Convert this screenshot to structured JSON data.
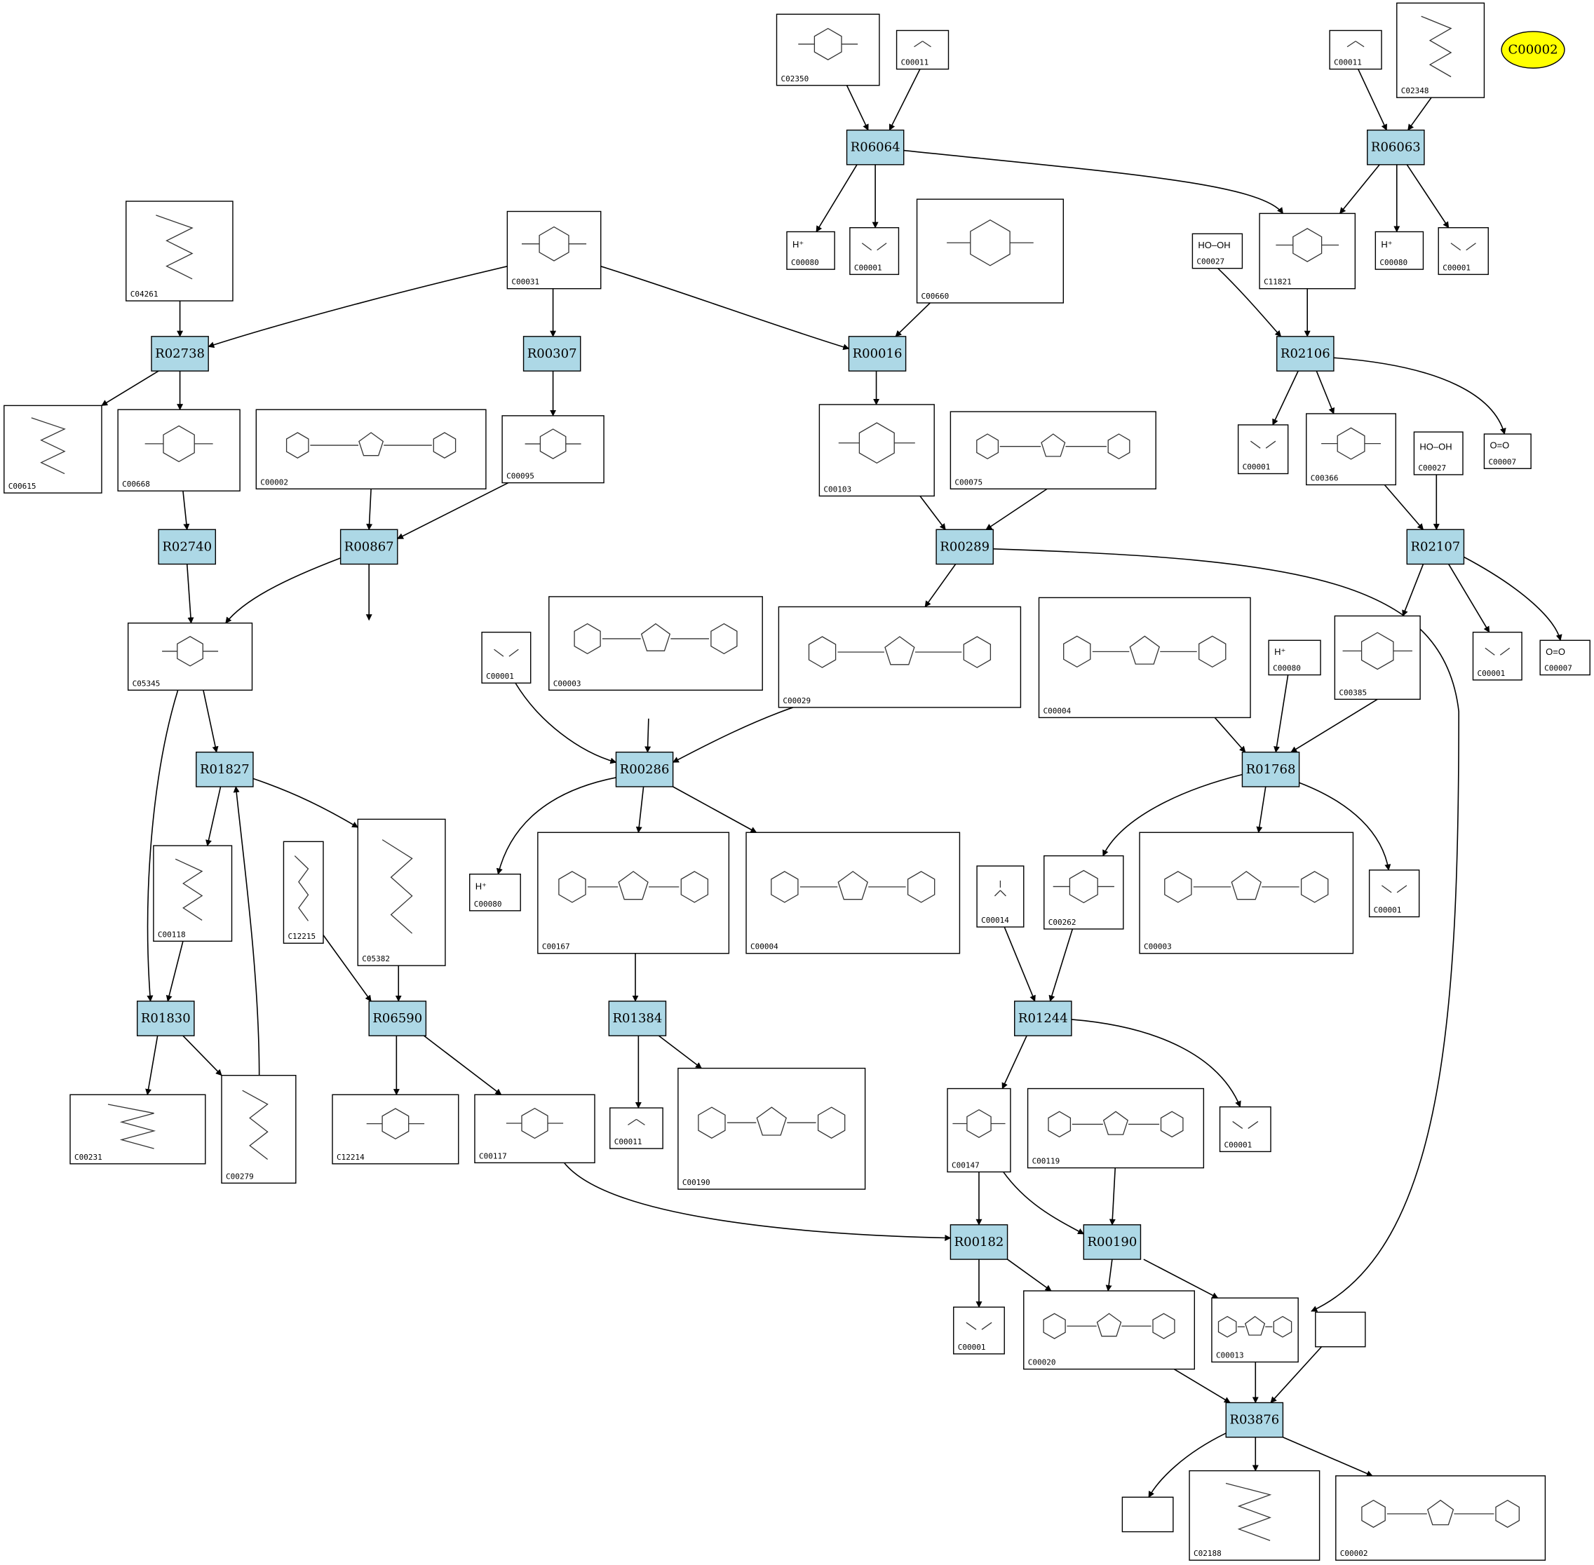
{
  "reactions": [
    "R06064",
    "R06063",
    "R02738",
    "R00307",
    "R00016",
    "R02106",
    "R02740",
    "R00867",
    "R00289",
    "R02107",
    "R01827",
    "R00286",
    "R01768",
    "R01830",
    "R06590",
    "R01384",
    "R01244",
    "R00182",
    "R00190",
    "R03876"
  ],
  "compounds": [
    "C02350",
    "C00011",
    "C00011",
    "C02348",
    "C00080",
    "C00001",
    "C00660",
    "C11821",
    "C00027",
    "C00080",
    "C00001",
    "C04261",
    "C00031",
    "C00001",
    "C00007",
    "C00615",
    "C00668",
    "C00002",
    "C00095",
    "C00103",
    "C00075",
    "C00366",
    "C00027",
    "C05345",
    "C00003",
    "C00001",
    "C00029",
    "C00004",
    "C00080",
    "C00385",
    "C00001",
    "C00007",
    "C00080",
    "C00118",
    "C12215",
    "C05382",
    "C00167",
    "C00004",
    "C00014",
    "C00262",
    "C00003",
    "C00001",
    "C00231",
    "C00279",
    "C12214",
    "C00117",
    "C00011",
    "C00190",
    "C00147",
    "C00119",
    "C00001",
    "C00001",
    "C00020",
    "C00013",
    "",
    "",
    "C02188",
    "C00002"
  ],
  "formula_labels": [
    "H⁺",
    "H⁺",
    "H⁺",
    "H⁺",
    "HO–OH",
    "HO–OH",
    "O=O",
    "O=O"
  ],
  "highlight_label": "C00002"
}
